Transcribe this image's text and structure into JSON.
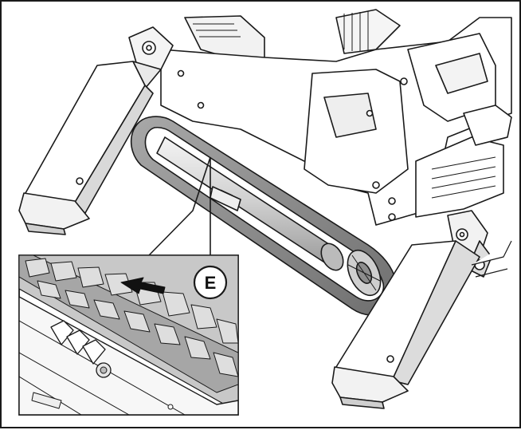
{
  "figure": {
    "callout_label": "E"
  },
  "colors": {
    "line": "#1a1a1a",
    "fill": "#ffffff",
    "shade_light": "#e6e6e6",
    "shade_mid": "#bdbdbd",
    "shade_dark": "#8a8a8a",
    "track": "#9a9a9a"
  },
  "parts": [
    "outrigger-left",
    "outrigger-right",
    "track-assembly",
    "machine-body",
    "detail-inset",
    "arrow-indicator",
    "callout-bubble"
  ]
}
